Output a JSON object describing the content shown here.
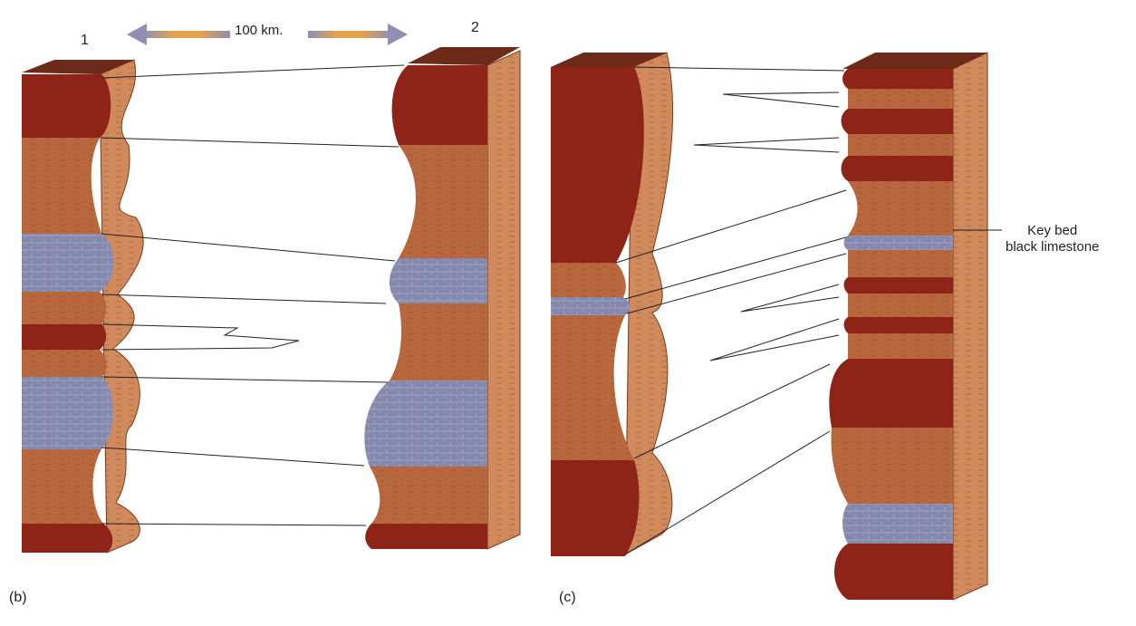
{
  "labels": {
    "scale": "100 km.",
    "column1": "1",
    "column2": "2",
    "panel_b": "(b)",
    "panel_c": "(c)",
    "key_bed_line1": "Key bed",
    "key_bed_line2": "black limestone"
  },
  "colors": {
    "sandstone_red": "#8e2418",
    "shale_brown": "#b9673c",
    "limestone_blue": "#8589ad",
    "side_face": "#d08a5c",
    "top_face": "#6e2a18",
    "background": "#ffffff",
    "arrow": "#8f8fb4",
    "arrow_accent": "#e2a34c"
  }
}
